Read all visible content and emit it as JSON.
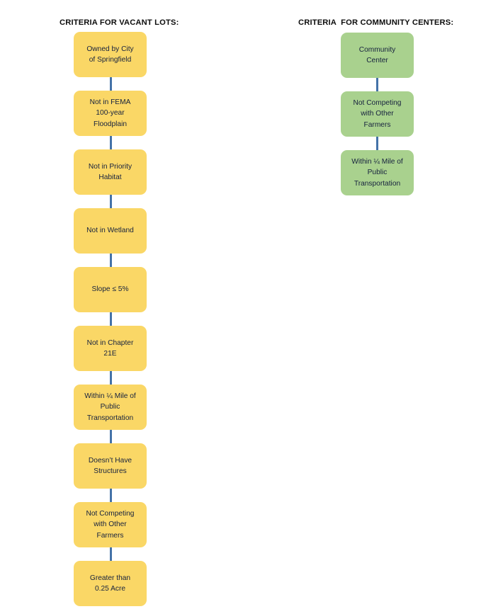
{
  "diagram": {
    "title_left": "CRITERIA FOR VACANT LOTS:",
    "title_right": "CRITERIA  FOR COMMUNITY CENTERS:",
    "colors": {
      "vacant_lot_node": "#fad766",
      "community_center_node": "#a9d18e",
      "connector": "#4472a8",
      "node_text": "#16213e",
      "header_text": "#0d0d0d",
      "background": "#ffffff"
    },
    "columns": [
      {
        "id": "vacant-lots",
        "header": "CRITERIA FOR VACANT LOTS:",
        "color": "#fad766",
        "nodes": [
          {
            "id": "owned-by-city",
            "label": "Owned by City\nof Springfield"
          },
          {
            "id": "not-in-fema",
            "label": "Not in FEMA\n100-year\nFloodplain"
          },
          {
            "id": "not-in-priority",
            "label": "Not in Priority\nHabitat"
          },
          {
            "id": "not-in-wetland",
            "label": "Not in Wetland"
          },
          {
            "id": "slope",
            "label": "Slope ≤ 5%"
          },
          {
            "id": "not-in-chapter-21e",
            "label": "Not in Chapter\n21E"
          },
          {
            "id": "within-quarter-mile",
            "label": "Within ¼ Mile of\nPublic\nTransportation"
          },
          {
            "id": "no-structures",
            "label": "Doesn’t Have\nStructures"
          },
          {
            "id": "not-competing",
            "label": "Not Competing\nwith Other\nFarmers"
          },
          {
            "id": "greater-than-acre",
            "label": "Greater than\n0.25 Acre"
          }
        ]
      },
      {
        "id": "community-centers",
        "header": "CRITERIA  FOR COMMUNITY CENTERS:",
        "color": "#a9d18e",
        "nodes": [
          {
            "id": "community-center",
            "label": "Community\nCenter"
          },
          {
            "id": "cc-not-competing",
            "label": "Not Competing\nwith Other\nFarmers"
          },
          {
            "id": "cc-within-quarter-mile",
            "label": "Within ¼ Mile of\nPublic\nTransportation"
          }
        ]
      }
    ]
  }
}
